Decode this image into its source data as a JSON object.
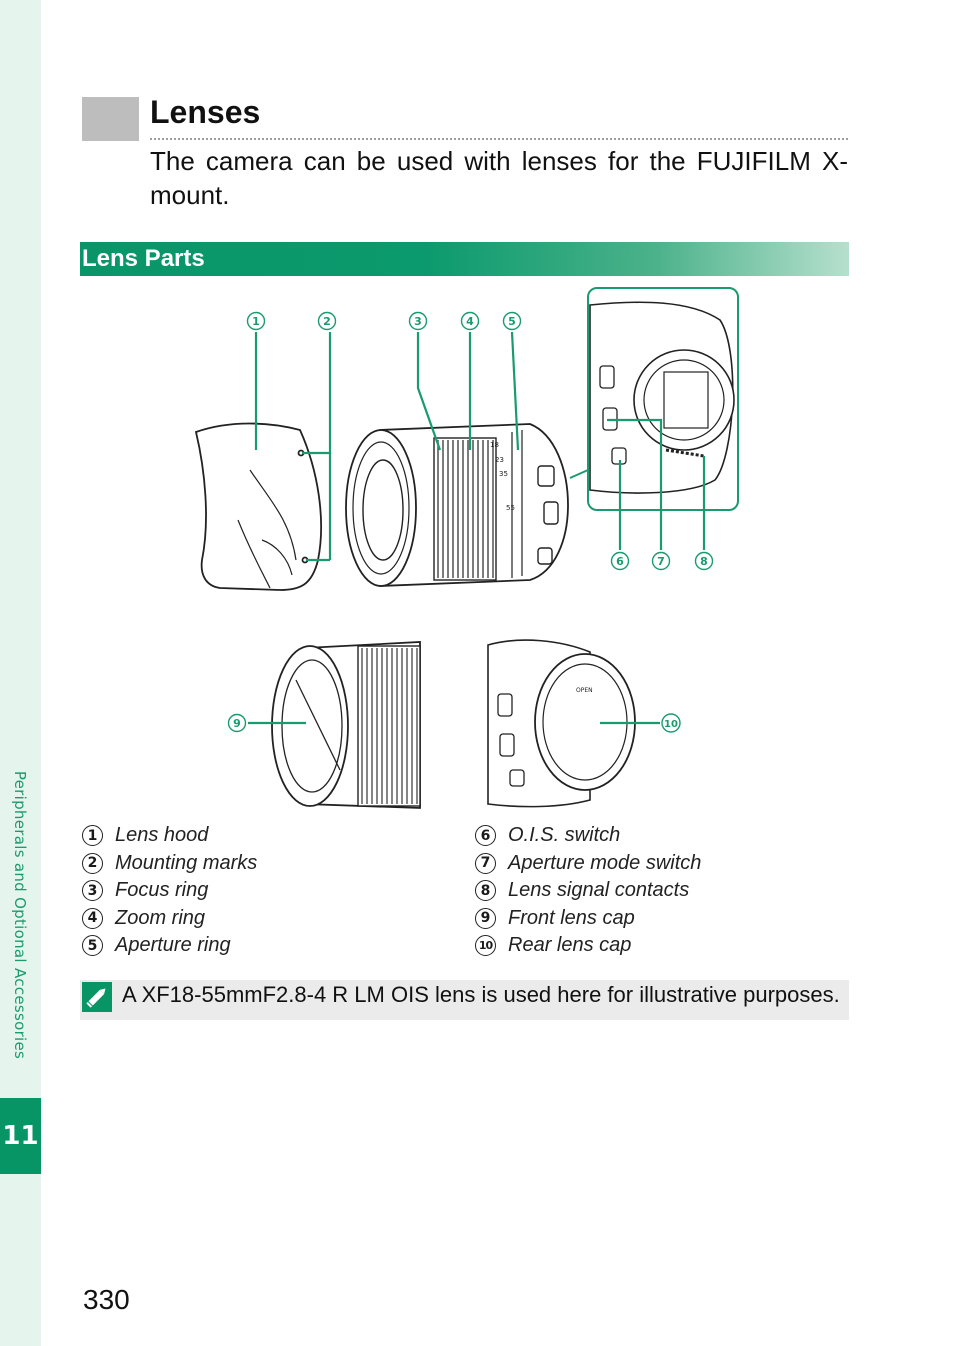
{
  "sidebar": {
    "label": "Peripherals and Optional Accessories",
    "chapter": "11"
  },
  "header": {
    "title": "Lenses"
  },
  "intro": "The camera can be used with lenses for the FUJIFILM X-mount.",
  "section": {
    "title": "Lens Parts"
  },
  "callouts": {
    "c1": "1",
    "c2": "2",
    "c3": "3",
    "c4": "4",
    "c5": "5",
    "c6": "6",
    "c7": "7",
    "c8": "8",
    "c9": "9",
    "c10": "10"
  },
  "lens_markings": {
    "open": "OPEN",
    "m55": "55",
    "m35": "35",
    "m23": "23",
    "m18": "18"
  },
  "parts_left": [
    {
      "num": "1",
      "label": "Lens hood"
    },
    {
      "num": "2",
      "label": "Mounting marks"
    },
    {
      "num": "3",
      "label": "Focus ring"
    },
    {
      "num": "4",
      "label": "Zoom ring"
    },
    {
      "num": "5",
      "label": "Aperture ring"
    }
  ],
  "parts_right": [
    {
      "num": "6",
      "label": "O.I.S. switch"
    },
    {
      "num": "7",
      "label": "Aperture mode switch"
    },
    {
      "num": "8",
      "label": "Lens signal contacts"
    },
    {
      "num": "9",
      "label": "Front lens cap"
    },
    {
      "num": "10",
      "label": "Rear lens cap"
    }
  ],
  "note": {
    "text": "A XF18-55mmF2.8-4 R LM OIS lens is used here for illustrative purposes."
  },
  "page": {
    "number": "330"
  },
  "colors": {
    "accent": "#079566",
    "callout": "#1a9b6e"
  }
}
